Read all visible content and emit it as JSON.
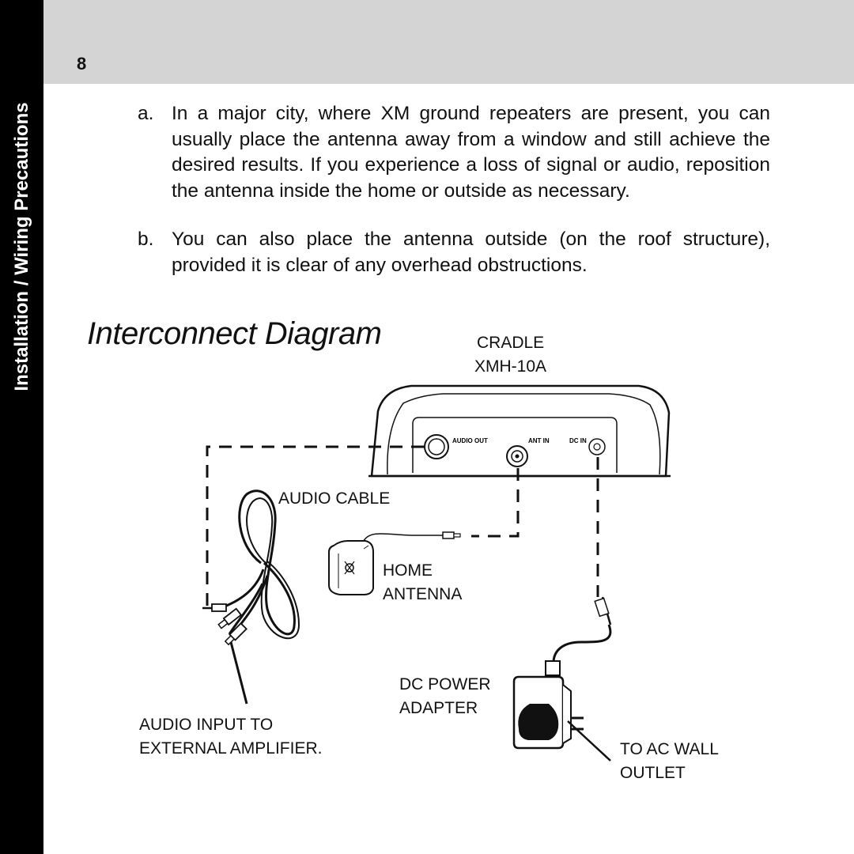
{
  "sidebar": {
    "section_title": "Installation / Wiring Precautions"
  },
  "header": {
    "page_number": "8"
  },
  "paragraphs": [
    {
      "marker": "a.",
      "text": "In a major city, where XM ground repeaters are present, you can usually place the antenna away from a window and still achieve the desired results. If you experience a loss of signal or audio, reposition the antenna inside the home or outside as necessary."
    },
    {
      "marker": "b.",
      "text": "You can also place the antenna outside (on the roof structure), provided it is clear of any overhead obstructions."
    }
  ],
  "diagram": {
    "title": "Interconnect Diagram",
    "cradle_label": "CRADLE",
    "cradle_model": "XMH-10A",
    "port_audio_out": "AUDIO OUT",
    "port_ant_in": "ANT IN",
    "port_dc_in": "DC IN",
    "audio_cable_label": "AUDIO CABLE",
    "home_label": "HOME",
    "antenna_label": "ANTENNA",
    "dc_power_label": "DC POWER",
    "adapter_label": "ADAPTER",
    "audio_input_line1": "AUDIO INPUT TO",
    "audio_input_line2": "EXTERNAL AMPLIFIER.",
    "ac_wall_line1": "TO AC WALL",
    "ac_wall_line2": "OUTLET"
  }
}
